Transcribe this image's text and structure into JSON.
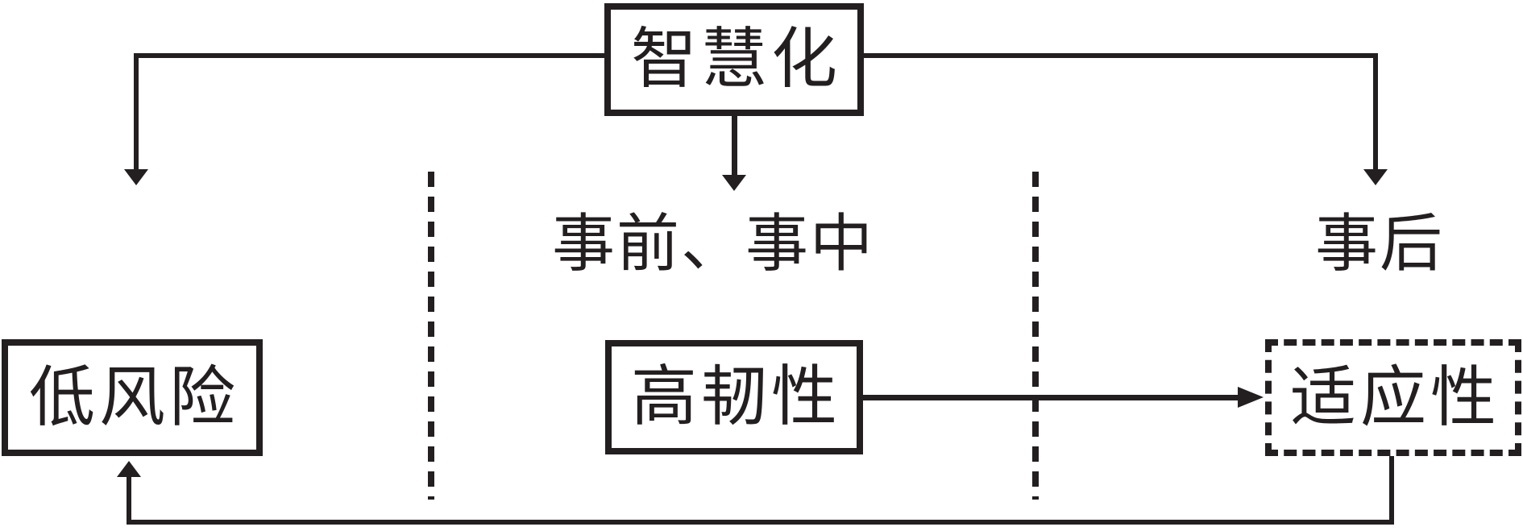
{
  "figure": {
    "ink": "#231f20",
    "background": "#ffffff"
  },
  "nodes": {
    "smart": {
      "label": "智慧化",
      "border": "solid"
    },
    "low_risk": {
      "label": "低风险",
      "border": "solid"
    },
    "high_resilience": {
      "label": "高韧性",
      "border": "solid"
    },
    "adaptability": {
      "label": "适应性",
      "border": "dashed"
    }
  },
  "stage_labels": {
    "pre_and_mid": "事前、事中",
    "post": "事后"
  },
  "edges": [
    {
      "from": "smart",
      "to": "low_risk",
      "style": "elbow",
      "arrow": "down"
    },
    {
      "from": "smart",
      "to": "high_resilience_zone",
      "style": "straight",
      "arrow": "down"
    },
    {
      "from": "smart",
      "to": "adaptability_zone",
      "style": "elbow",
      "arrow": "down"
    },
    {
      "from": "high_resilience",
      "to": "adaptability",
      "style": "straight",
      "arrow": "right"
    },
    {
      "from": "adaptability",
      "to": "low_risk",
      "style": "elbow",
      "arrow": "up"
    }
  ],
  "separators": [
    {
      "id": "left-dashed-divider",
      "orientation": "vertical"
    },
    {
      "id": "right-dashed-divider",
      "orientation": "vertical"
    }
  ]
}
